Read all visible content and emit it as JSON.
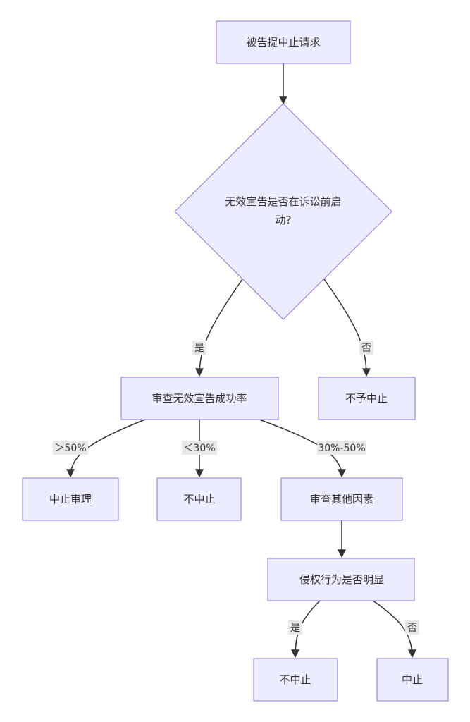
{
  "colors": {
    "node_fill": "#ECECFF",
    "node_stroke": "#9370DB",
    "edge": "#333333",
    "label_bg": "#E8E8E8",
    "text": "#333333"
  },
  "nodes": {
    "request": "被告提中止请求",
    "decision_line1": "无效宣告是否在诉讼前启",
    "decision_line2": "动?",
    "review_rate": "审查无效宣告成功率",
    "no_suspend_a": "不予中止",
    "suspend_trial": "中止审理",
    "no_suspend_b": "不中止",
    "review_other": "审查其他因素",
    "infringement_obvious": "侵权行为是否明显",
    "no_suspend_c": "不中止",
    "suspend": "中止"
  },
  "edge_labels": {
    "yes1": "是",
    "no1": "否",
    "gt50": "＞50%",
    "lt30": "＜30%",
    "mid": "30%-50%",
    "yes2": "是",
    "no2": "否"
  }
}
